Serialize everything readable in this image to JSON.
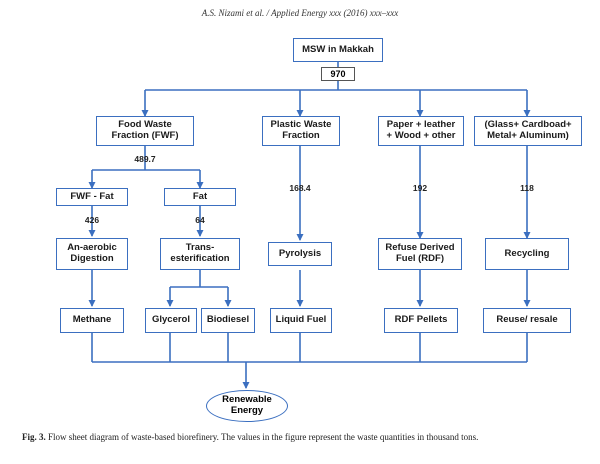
{
  "header": "A.S. Nizami et al. / Applied Energy xxx (2016) xxx–xxx",
  "nodes": {
    "msw": "MSW in Makkah",
    "fwf": "Food Waste\nFraction (FWF)",
    "plastic": "Plastic Waste\nFraction",
    "paper": "Paper + leather\n+ Wood + other",
    "glass": "(Glass+ Cardboad+\nMetal+ Aluminum)",
    "fwf_fat": "FWF - Fat",
    "fat": "Fat",
    "anaerobic": "An-aerobic\nDigestion",
    "trans": "Trans-\nesterification",
    "pyrolysis": "Pyrolysis",
    "rdf": "Refuse Derived\nFuel (RDF)",
    "recycling": "Recycling",
    "methane": "Methane",
    "glycerol": "Glycerol",
    "biodiesel": "Biodiesel",
    "liquid": "Liquid Fuel",
    "rdf_pellets": "RDF Pellets",
    "reuse": "Reuse/ resale",
    "renewable": "Renewable\nEnergy"
  },
  "quantities": {
    "msw": "970",
    "fwf": "489.7",
    "plastic": "168.4",
    "paper": "192",
    "glass": "118",
    "fwf_fat": "426",
    "fat": "64"
  },
  "colors": {
    "box_border": "#3b6fc0",
    "arrow": "#3b6fc0"
  },
  "caption": {
    "label": "Fig. 3.",
    "text": " Flow sheet diagram of waste-based biorefinery. The values in the figure represent the waste quantities in thousand tons."
  }
}
